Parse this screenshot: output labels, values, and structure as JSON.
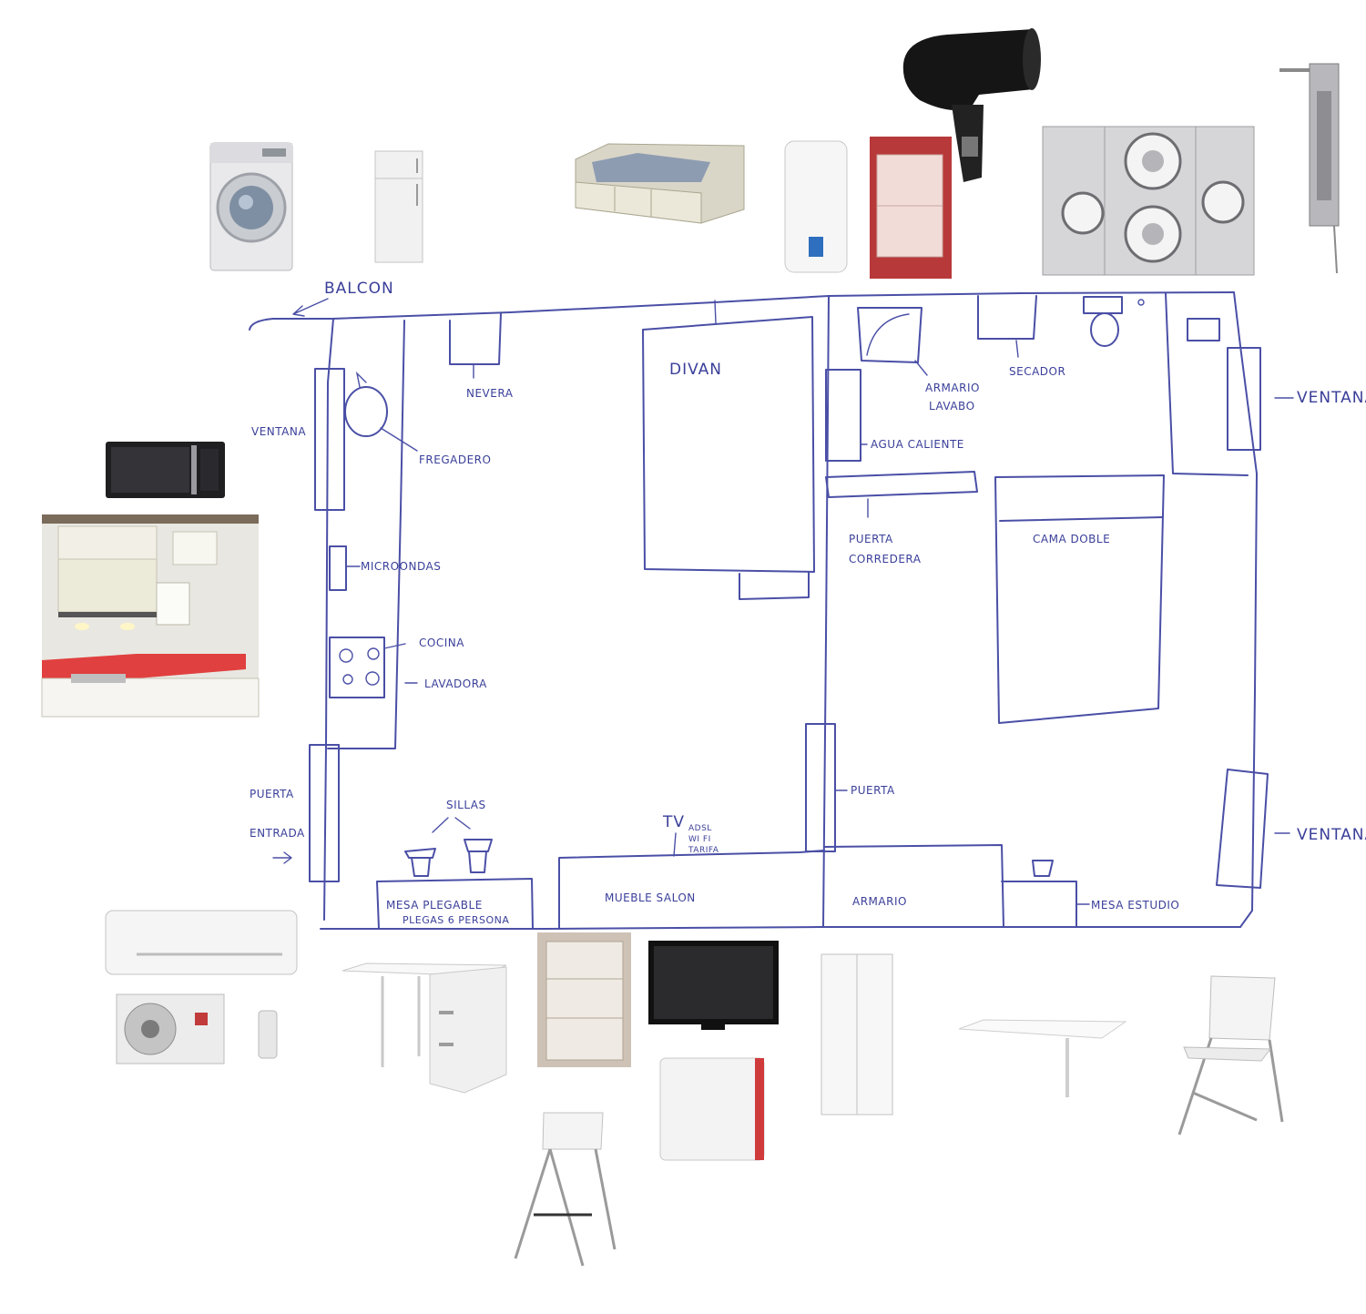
{
  "plan": {
    "labels": {
      "balcon": "BALCON",
      "ventana_left": "VENTANA",
      "fregadero": "FREGADERO",
      "nevera": "NEVERA",
      "divan": "DIVAN",
      "armario_lavabo_1": "ARMARIO",
      "armario_lavabo_2": "LAVABO",
      "secador": "SECADOR",
      "ventana_right_top": "VENTANA",
      "agua_caliente": "AGUA CALIENTE",
      "microondas": "MICROONDAS",
      "puerta_corredera_1": "PUERTA",
      "puerta_corredera_2": "CORREDERA",
      "cama_doble": "CAMA DOBLE",
      "cocina": "COCINA",
      "lavadora": "LAVADORA",
      "puerta_entrada_1": "PUERTA",
      "puerta_entrada_2": "ENTRADA",
      "sillas": "SILLAS",
      "tv": "TV",
      "adsl_1": "ADSL",
      "adsl_2": "WI FI",
      "adsl_3": "TARIFA",
      "puerta": "PUERTA",
      "ventana_right_bottom": "VENTANA",
      "mesa_plegable_1": "MESA PLEGABLE",
      "mesa_plegable_2": "PLEGAS 6 PERSONA",
      "mueble_salon": "MUEBLE SALON",
      "armario": "ARMARIO",
      "mesa_estudio": "MESA ESTUDIO"
    }
  },
  "photos": [
    {
      "icon": "washing-machine-icon"
    },
    {
      "icon": "fridge-icon"
    },
    {
      "icon": "daybed-icon"
    },
    {
      "icon": "water-heater-icon"
    },
    {
      "icon": "bathroom-cabinet-icon"
    },
    {
      "icon": "hair-dryer-icon"
    },
    {
      "icon": "shower-controls-icon"
    },
    {
      "icon": "shower-panel-icon"
    },
    {
      "icon": "microwave-icon"
    },
    {
      "icon": "kitchen-photo-icon"
    },
    {
      "icon": "air-conditioner-icon"
    },
    {
      "icon": "gateleg-table-icon"
    },
    {
      "icon": "shelving-icon"
    },
    {
      "icon": "tv-icon"
    },
    {
      "icon": "wifi-router-icon"
    },
    {
      "icon": "wardrobe-icon"
    },
    {
      "icon": "wall-table-icon"
    },
    {
      "icon": "folding-chair-icon"
    },
    {
      "icon": "bar-stool-icon"
    }
  ],
  "colors": {
    "ink": "#3a3f99",
    "kitchen_counter": "#e0403f",
    "bathroom_red": "#b8393a"
  }
}
